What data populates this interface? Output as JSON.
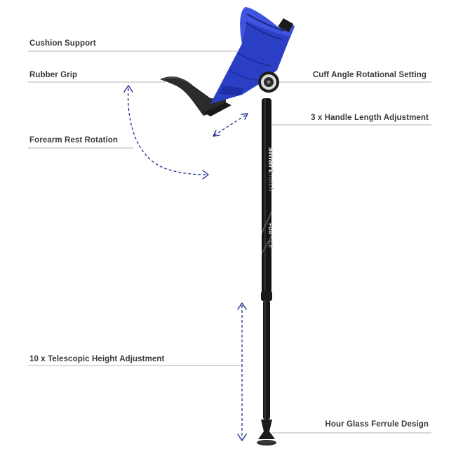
{
  "callouts": {
    "cushion_support": "Cushion Support",
    "rubber_grip": "Rubber Grip",
    "forearm_rest_rotation": "Forearm Rest Rotation",
    "telescopic_height": "10 x Telescopic Height Adjustment",
    "cuff_angle": "Cuff Angle Rotational Setting",
    "handle_length": "3 x Handle Length Adjustment",
    "ferrule_design": "Hour Glass Ferrule Design"
  },
  "product": {
    "shaft_logo": "smart",
    "shaft_logo_suffix": "crutch",
    "ce_mark": "CE",
    "fda_mark": "FDA"
  },
  "colors": {
    "cuff_blue": "#2a3fc4",
    "shaft_black": "#111111",
    "arrow_navy": "#23308c",
    "leader_gray": "#9a9a9a",
    "label_text": "#3a3a3a"
  }
}
